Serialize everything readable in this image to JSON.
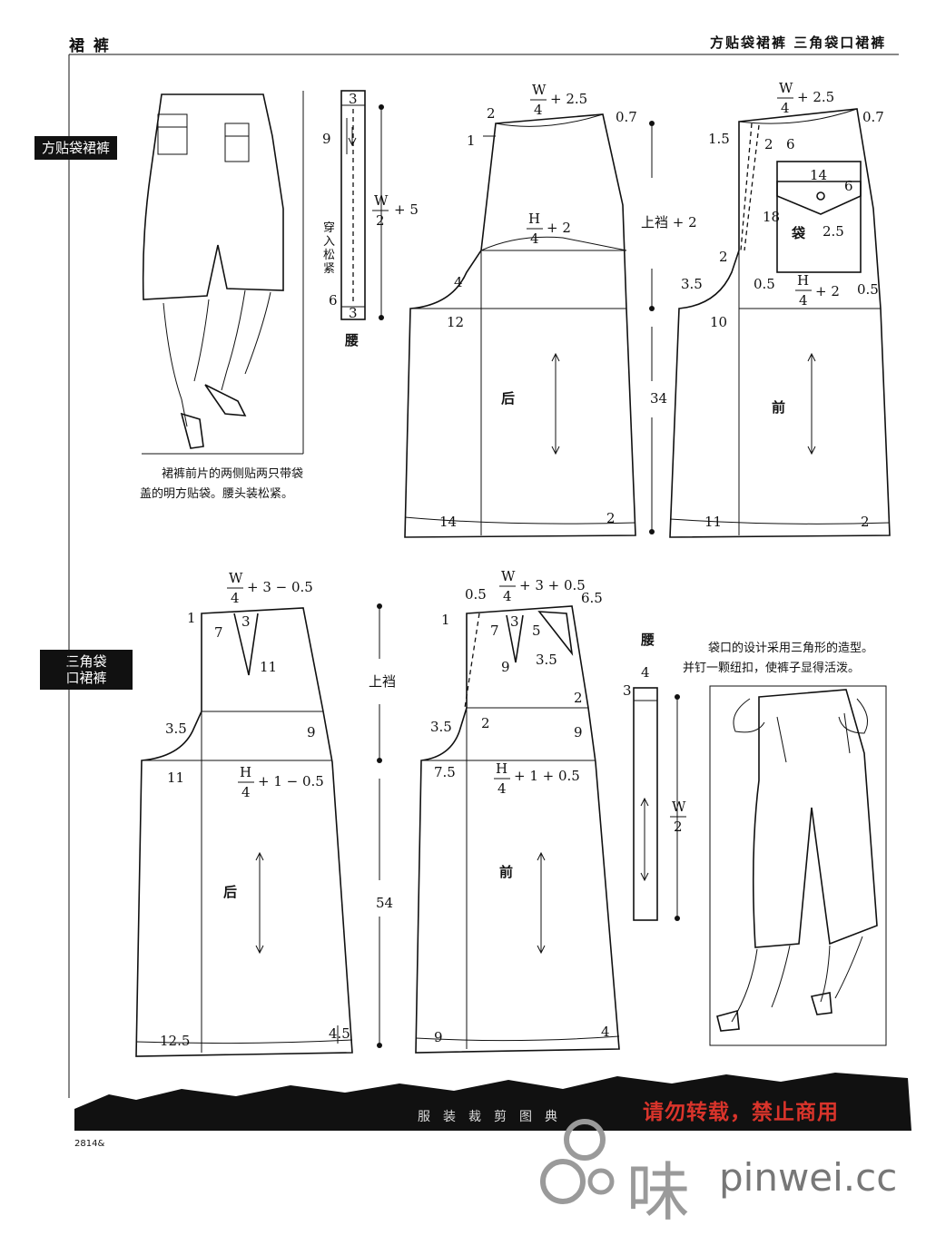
{
  "header": {
    "left": "裙 裤",
    "right": "方贴袋裙裤   三角袋口裙裤"
  },
  "section1": {
    "tag": "方贴袋裙裤",
    "caption_line1": "裙裤前片的两侧贴两只带袋",
    "caption_line2": "盖的明方贴袋。腰头装松紧。",
    "waistband_label": "腰",
    "waistband_note": "穿入松紧",
    "waistband_dims": {
      "top": "3",
      "side": "9",
      "bottom_side": "6",
      "bottom": "3",
      "width_num": "W",
      "width_den": "2",
      "width_add": "+ 5"
    },
    "back": {
      "label": "后",
      "waist_num": "W",
      "waist_den": "4",
      "waist_add": "+ 2.5",
      "hip_num": "H",
      "hip_den": "4",
      "hip_add": "+ 2",
      "m_top": "2",
      "m_left": "1",
      "m_right": "0.7",
      "curve": "4",
      "crotch": "12",
      "hem_left": "14",
      "hem_right": "2"
    },
    "front": {
      "label": "前",
      "waist_num": "W",
      "waist_den": "4",
      "waist_add": "+ 2.5",
      "hip_num": "H",
      "hip_den": "4",
      "hip_add": "+ 2",
      "m_left": "1.5",
      "m_right": "0.7",
      "m2": "2",
      "m6": "6",
      "pocket_w": "14",
      "pocket_flap": "6",
      "pocket_h": "18",
      "pocket_label": "袋",
      "pocket_gap": "2.5",
      "m_side": "2",
      "curve": "3.5",
      "crotch": "10",
      "m05a": "0.5",
      "m05b": "0.5",
      "hem_left": "11",
      "hem_right": "2"
    },
    "rise": "上裆 + 2",
    "length": "34"
  },
  "section2": {
    "tag_line1": "三角袋",
    "tag_line2": "口裙裤",
    "caption_line1": "袋口的设计采用三角形的造型。",
    "caption_line2": "并钉一颗纽扣，使裤子显得活泼。",
    "waistband_label": "腰",
    "waistband_dims": {
      "top": "4",
      "side": "3",
      "width_num": "W",
      "width_den": "2"
    },
    "back": {
      "label": "后",
      "waist_num": "W",
      "waist_den": "4",
      "waist_add": "+ 3 − 0.5",
      "hip_num": "H",
      "hip_den": "4",
      "hip_add": "+ 1 − 0.5",
      "m_top": "1",
      "m_dart_a": "7",
      "m_dart_b": "3",
      "dart": "11",
      "curve": "3.5",
      "crotch": "11",
      "side": "9",
      "hem_left": "12.5",
      "hem_right": "4.5"
    },
    "front": {
      "label": "前",
      "waist_num": "W",
      "waist_den": "4",
      "waist_add": "+ 3 + 0.5",
      "hip_num": "H",
      "hip_den": "4",
      "hip_add": "+ 1 + 0.5",
      "m_left": "0.5",
      "m_top": "1",
      "m_right": "6.5",
      "m7": "7",
      "m3": "3",
      "m5": "5",
      "dart": "9",
      "pocket": "3.5",
      "side_top": "2",
      "curve": "3.5",
      "m_inner": "2",
      "side": "9",
      "crotch": "7.5",
      "hem_left": "9",
      "hem_right": "4"
    },
    "rise": "上裆",
    "length": "54"
  },
  "footer": {
    "page_number": "2814&",
    "banner_title": "服装裁剪图典",
    "notice": "请勿转载，禁止商用",
    "watermark": "pinwei.cc",
    "logo_char": "味"
  }
}
